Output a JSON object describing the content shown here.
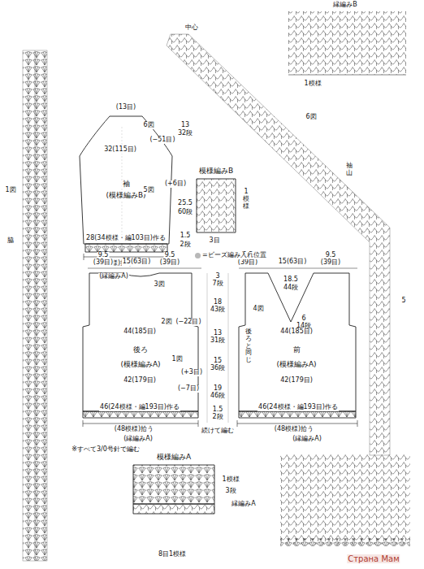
{
  "diagram": {
    "nodes": [
      {
        "text": [
          "袖",
          "(模様編みB)"
        ]
      },
      {
        "text": [
          "模様編みB"
        ]
      },
      {
        "text": [
          "後ろ",
          "(模様編みA)"
        ]
      },
      {
        "text": [
          "前",
          "(模様編みA)"
        ]
      },
      {
        "text": [
          "模様編みA"
        ]
      }
    ],
    "labels": [
      "縁編みB",
      "1模様",
      "中心",
      "6図",
      "袖山",
      "5",
      "1図",
      "脇",
      "(13目)",
      "6図",
      "13",
      "32段",
      "(−51目)",
      "32(115目)",
      "5図",
      "(+6目)",
      "25.5",
      "60段",
      "28(34模様・編103目)作る",
      "1.5",
      "2段",
      "(34模様)拾う",
      "(縁編みA)",
      "1模様",
      "3目",
      "9.5",
      "(39目)",
      "15(63目)",
      "9.5",
      "(39目)",
      "3図",
      "2図",
      "(−22目)",
      "44(185目)",
      "1図",
      "(+3目)",
      "42(179目)",
      "(−7目)",
      "46(24模様・編193目)作る",
      "(48模様)拾う",
      "(縁編みA)",
      "※すべて3/0号針で編む",
      "3",
      "7段",
      "18",
      "43段",
      "13",
      "31段",
      "15",
      "36段",
      "19",
      "46段",
      "1.5",
      "2段",
      "続けて編む",
      "9.5",
      "(39目)",
      "15(63目)",
      "9.5",
      "(39目)",
      "18.5",
      "44段",
      "4図",
      "6",
      "14段",
      "後ろと同じ",
      "44(185目)",
      "42(179目)",
      "46(24模様・編193目)作る",
      "(48模様)拾う",
      "(縁編みA)",
      "1模様",
      "3段",
      "縁編みA",
      "8目1模様",
      "Страна Мам"
    ],
    "legend": [
      {
        "text": "=ビーズ編み入れ位置",
        "color": "#b8b8b8"
      }
    ]
  }
}
